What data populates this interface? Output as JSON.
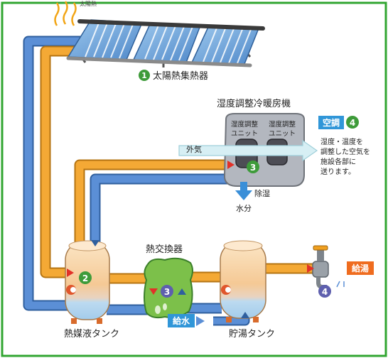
{
  "colors": {
    "frame": "#31a531",
    "hot_pipe": "#f4a935",
    "cold_pipe": "#5b8fd6",
    "green_badge": "#3e9b3a",
    "blue_badge": "#5e5fae",
    "label_blue": "#3096d8",
    "label_orange": "#ef6c1f",
    "tank_top": "#f8d8ab",
    "tank_bottom": "#b5d8f2",
    "arrow_red": "#e23128"
  },
  "sun_label": "太陽熱",
  "collector": {
    "num": "1",
    "label": "太陽熱集熱器"
  },
  "aircon": {
    "title": "湿度調整冷暖房機",
    "unit1": [
      "湿度調整",
      "ユニット"
    ],
    "unit2": [
      "湿度調整",
      "ユニット"
    ],
    "num": "3",
    "outside_air": "外気",
    "dehumidify": "除湿",
    "water": "水分"
  },
  "air_conditioning": {
    "label": "空調",
    "num": "4",
    "desc": [
      "湿度・温度を",
      "調整した空気を",
      "施設各部に",
      "送ります。"
    ]
  },
  "heat_tank": {
    "num": "2",
    "label": "熱媒液タンク"
  },
  "exchanger": {
    "label": "熱交換器",
    "num": "3"
  },
  "storage_tank": {
    "label": "貯湯タンク"
  },
  "supply_water": {
    "label": "給水"
  },
  "hot_water": {
    "label": "給湯",
    "num": "4"
  }
}
